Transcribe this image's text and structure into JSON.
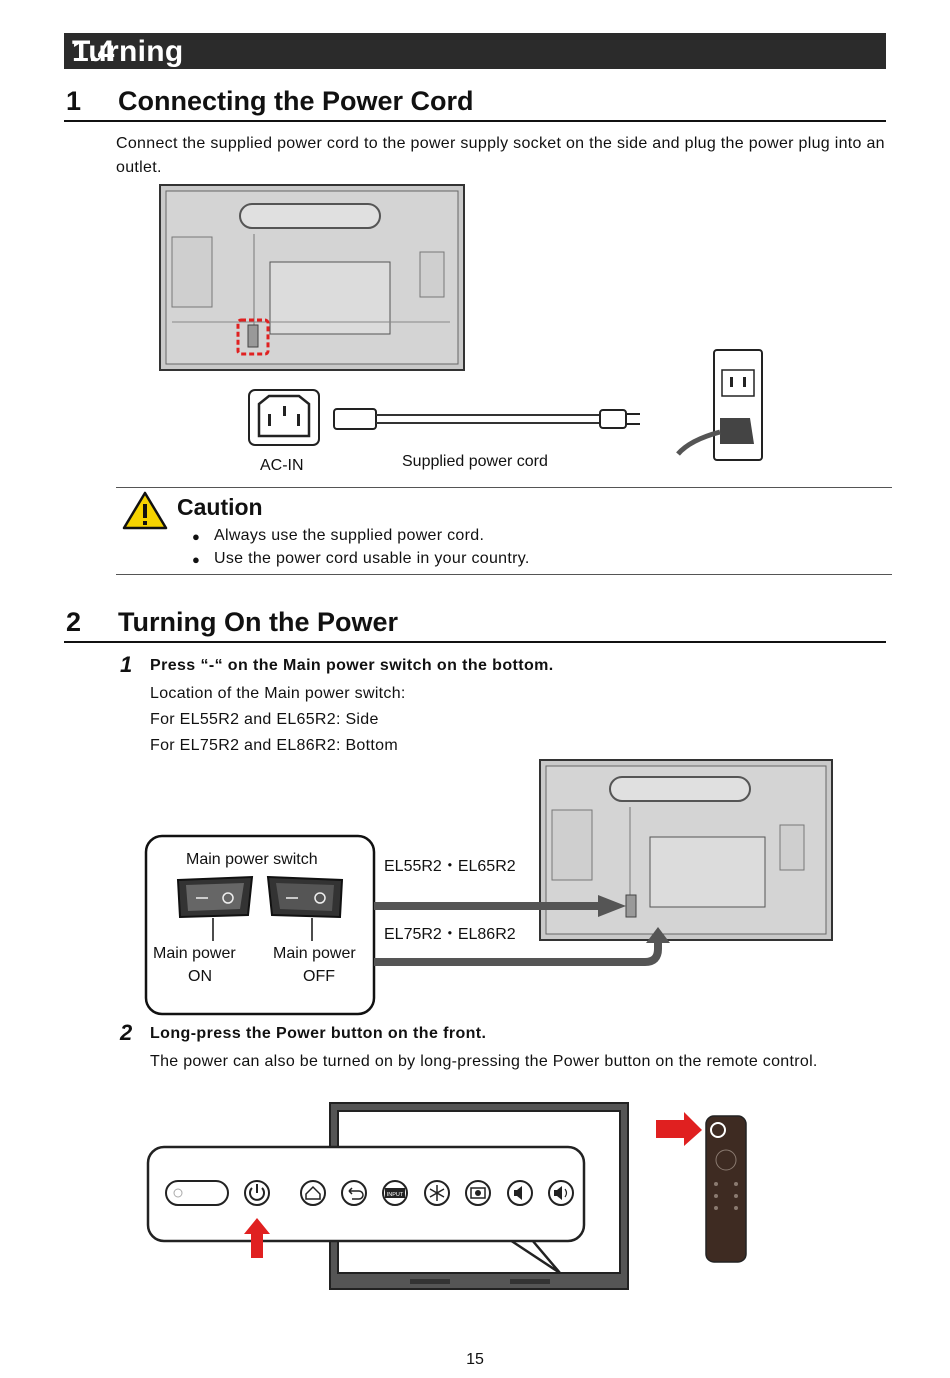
{
  "section": {
    "number": "1.4",
    "title": "Turning On or Off the Power"
  },
  "sub1": {
    "number": "1",
    "title": "Connecting the Power Cord",
    "body": "Connect the supplied power cord to the power supply socket on the side and plug the power plug into an outlet.",
    "ac_in_label": "AC-IN",
    "cord_label": "Supplied power cord"
  },
  "caution": {
    "title": "Caution",
    "items": [
      "Always use the supplied power cord.",
      "Use the power cord usable in your country."
    ]
  },
  "sub2": {
    "number": "2",
    "title": "Turning On the Power",
    "step1": {
      "number": "1",
      "title": "Press “-“ on the Main power switch on the bottom.",
      "lines": [
        "Location of the Main power switch:",
        "For EL55R2 and EL65R2: Side",
        "For EL75R2 and EL86R2: Bottom"
      ]
    },
    "switch_box": {
      "title": "Main power switch",
      "on_label_1": "Main power",
      "on_label_2": "ON",
      "off_label_1": "Main power",
      "off_label_2": "OFF"
    },
    "models_a": "EL55R2・EL65R2",
    "models_b": "EL75R2・EL86R2",
    "step2": {
      "number": "2",
      "title": "Long-press the Power button on the front.",
      "body": "The power can also be turned on by long-pressing the Power button on the remote control."
    },
    "button_icons": [
      "power-icon",
      "home-icon",
      "back-icon",
      "input-icon",
      "freeze-icon",
      "camera-icon",
      "volume-down-icon",
      "volume-up-icon"
    ],
    "input_icon_text": "INPUT"
  },
  "page_number": "15",
  "colors": {
    "accent_red": "#e02020",
    "header_bg": "#2b2b2b",
    "caution_yellow": "#f5d300"
  }
}
